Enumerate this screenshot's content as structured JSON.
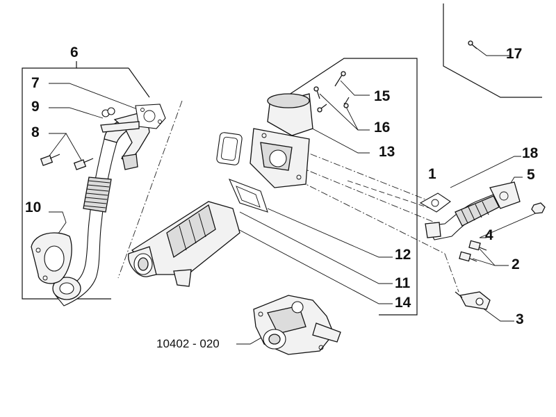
{
  "callouts": {
    "c1": "1",
    "c2": "2",
    "c3": "3",
    "c4": "4",
    "c5": "5",
    "c6": "6",
    "c7": "7",
    "c8": "8",
    "c9": "9",
    "c10": "10",
    "c11": "11",
    "c12": "12",
    "c13": "13",
    "c14": "14",
    "c15": "15",
    "c16": "16",
    "c17": "17",
    "c18": "18"
  },
  "reference_code": "10402 - 020",
  "colors": {
    "line": "#111111",
    "part_fill": "#f2f2f2",
    "background": "#ffffff"
  }
}
